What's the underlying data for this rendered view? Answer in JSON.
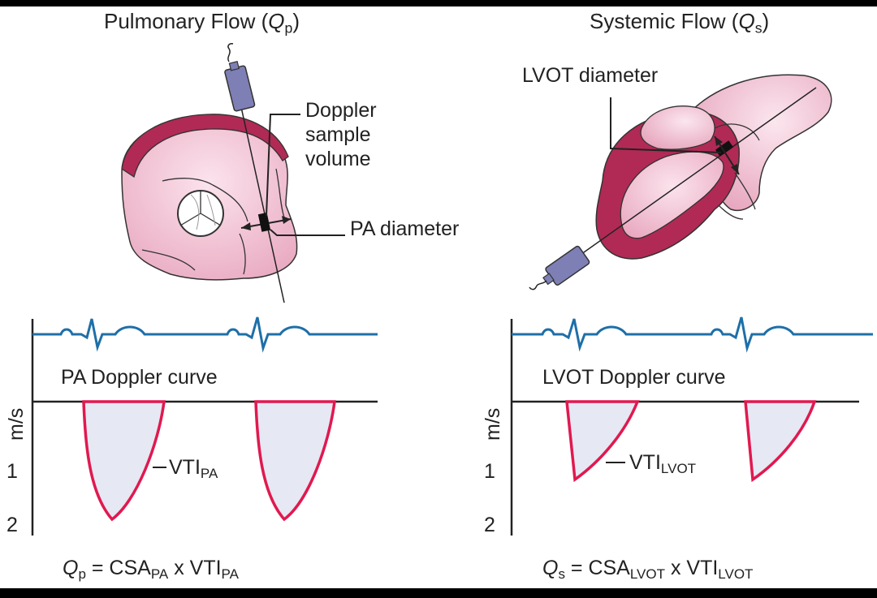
{
  "left": {
    "title_prefix": "Pulmonary Flow (",
    "title_var": "Q",
    "title_sub": "p",
    "title_suffix": ")",
    "labels": {
      "doppler_1": "Doppler",
      "doppler_2": "sample",
      "doppler_3": "volume",
      "pa_diameter": "PA diameter"
    },
    "curve_label": "PA Doppler curve",
    "vti_main": "VTI",
    "vti_sub": "PA",
    "axis": {
      "unit": "m/s",
      "ticks": [
        "1",
        "2"
      ]
    },
    "equation": {
      "var": "Q",
      "var_sub": "p",
      "eq": " = CSA",
      "csa_sub": "PA",
      "times": " x VTI",
      "vti_sub": "PA"
    }
  },
  "right": {
    "title_prefix": "Systemic Flow (",
    "title_var": "Q",
    "title_sub": "s",
    "title_suffix": ")",
    "labels": {
      "lvot_diameter": "LVOT diameter"
    },
    "curve_label": "LVOT Doppler curve",
    "vti_main": "VTI",
    "vti_sub": "LVOT",
    "axis": {
      "unit": "m/s",
      "ticks": [
        "1",
        "2"
      ]
    },
    "equation": {
      "var": "Q",
      "var_sub": "s",
      "eq": " = CSA",
      "csa_sub": "LVOT",
      "times": " x VTI",
      "vti_sub": "LVOT"
    }
  },
  "colors": {
    "heart_light": "#f2c4d4",
    "heart_dark": "#b02a55",
    "ecg": "#1e6fa8",
    "doppler_curve": "#e0194f",
    "doppler_fill": "#e6e8f4",
    "transducer": "#7d7fb5"
  }
}
